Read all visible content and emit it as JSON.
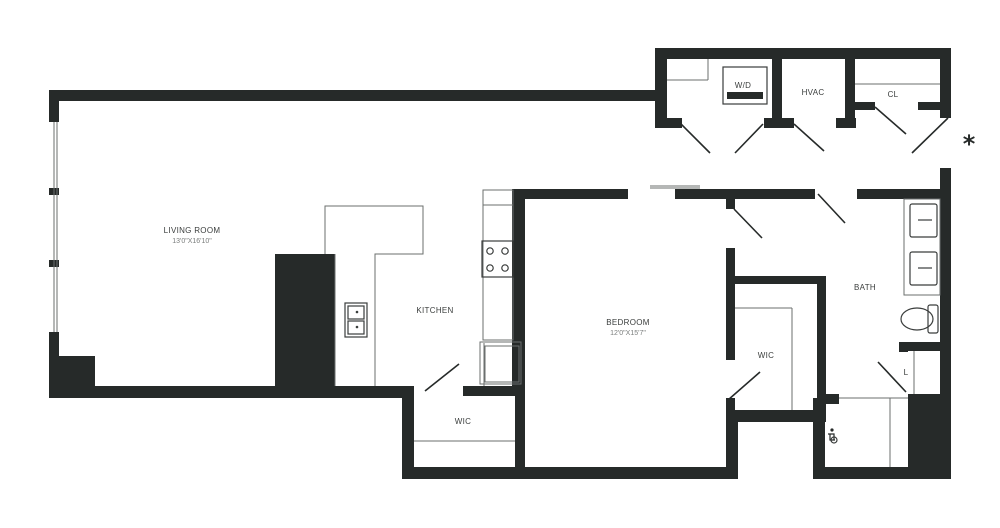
{
  "rooms": {
    "living": {
      "name": "LIVING ROOM",
      "dim": "13'0\"X16'10\""
    },
    "kitchen": {
      "name": "KITCHEN"
    },
    "bedroom": {
      "name": "BEDROOM",
      "dim": "12'0\"X15'7\""
    },
    "bath": {
      "name": "BATH"
    },
    "wic_main": {
      "name": "WIC"
    },
    "wic_bed": {
      "name": "WIC"
    },
    "wd": {
      "name": "W/D"
    },
    "hvac": {
      "name": "HVAC"
    },
    "cl": {
      "name": "CL"
    },
    "linen": {
      "name": "L"
    }
  },
  "marker": {
    "symbol": "*"
  },
  "colors": {
    "wall": "#262a29",
    "thin_line": "#6b6f6e",
    "background": "#ffffff"
  },
  "icons": [
    "compass-marker-icon",
    "accessibility-icon",
    "sink-icon",
    "stove-icon",
    "toilet-icon"
  ]
}
